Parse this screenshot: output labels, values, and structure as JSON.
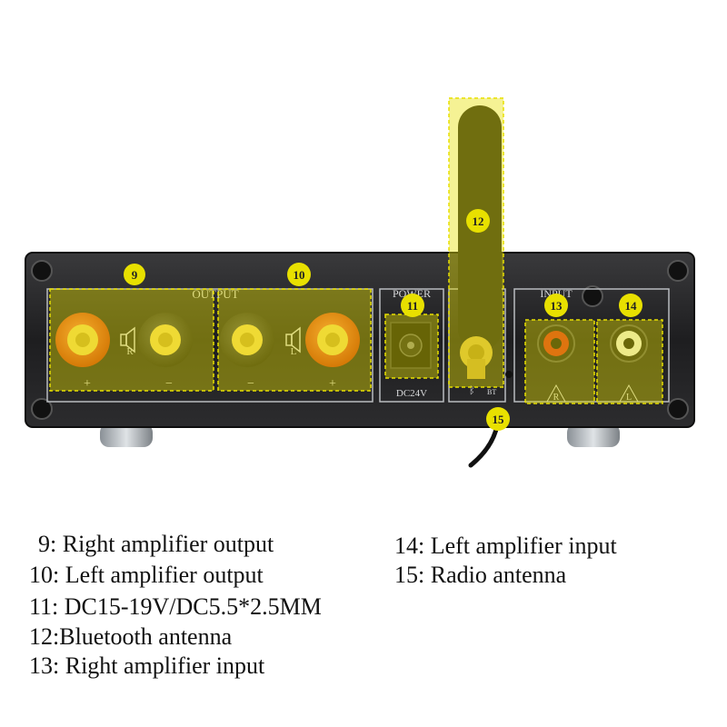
{
  "panel": {
    "output_label": "OUTPUT",
    "power_label": "POWER",
    "input_label": "INPUT",
    "dc_label": "DC24V",
    "bt_label": "BT",
    "plus": "+",
    "minus": "−",
    "speaker_r": "R",
    "speaker_l": "L",
    "input_r": "R",
    "input_l": "L"
  },
  "callouts": {
    "c9": "9",
    "c10": "10",
    "c11": "11",
    "c12": "12",
    "c13": "13",
    "c14": "14",
    "c15": "15"
  },
  "legend": {
    "item9": "9: Right amplifier output",
    "item10": "10: Left amplifier output",
    "item11": "11: DC15-19V/DC5.5*2.5MM",
    "item12": "12:Bluetooth antenna",
    "item13": "13: Right amplifier input",
    "item14": "14: Left amplifier input",
    "item15": "15: Radio antenna"
  },
  "colors": {
    "highlight": "#e8e000",
    "panel": "#1c1c1e",
    "binding_red": "#e8481c",
    "binding_yellow": "#f0d24a",
    "rca_red": "#d8261a"
  }
}
